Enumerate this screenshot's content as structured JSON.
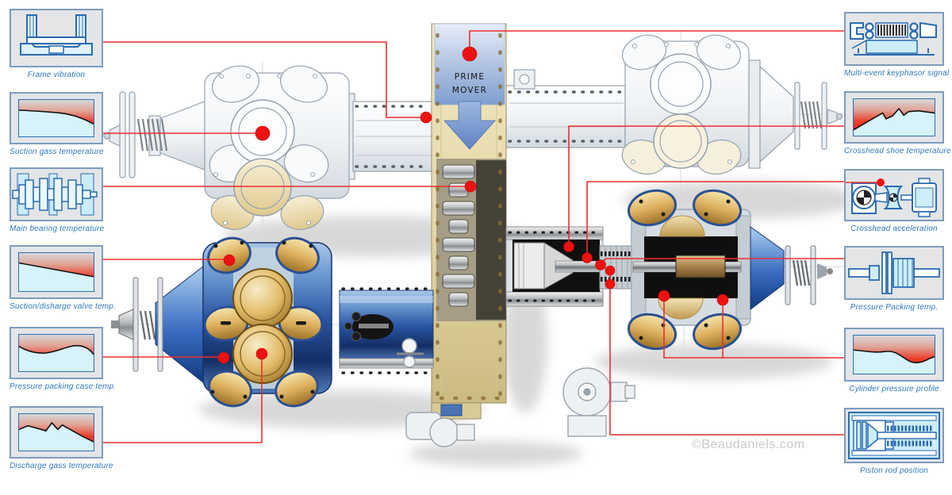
{
  "watermark": "©Beaudaniels.com",
  "prime_mover": {
    "line1": "PRIME",
    "line2": "MOVER"
  },
  "colors": {
    "accent_red": "#ee1111",
    "line_red": "#ef2d2d",
    "label_blue": "#2e78c0",
    "icon_blue": "#2b6cb0",
    "machine_blue": "#2a55a2",
    "valve_gold": "#ddb05e",
    "frame_tan": "#e5d7a5",
    "box_border": "#7d9cbe",
    "box_fill": "#e3e5e7"
  },
  "callouts_left": [
    {
      "id": "frame-vibration",
      "label": "Frame vibration",
      "type": "icon"
    },
    {
      "id": "suction-gas-temperature",
      "label": "Suction gass temperature",
      "type": "chart"
    },
    {
      "id": "main-bearing-temperature",
      "label": "Main bearing temperature",
      "type": "icon"
    },
    {
      "id": "suction-discharge-valve-temp",
      "label": "Suction/disharge valve temp.",
      "type": "chart"
    },
    {
      "id": "pressure-packing-case-temp",
      "label": "Pressure packing case temp.",
      "type": "chart"
    },
    {
      "id": "discharge-gas-temperature",
      "label": "Discharge gass temperature",
      "type": "chart"
    }
  ],
  "callouts_right": [
    {
      "id": "multi-event-keyphasor-signal",
      "label": "Multi-event keyphasor signal",
      "type": "icon"
    },
    {
      "id": "crosshead-shoe-temperature",
      "label": "Crosshead shoe temperature",
      "type": "chart"
    },
    {
      "id": "crosshead-acceleration",
      "label": "Crosshead acceleration",
      "type": "icon"
    },
    {
      "id": "pressure-packing-temp",
      "label": "Pressure Packing temp.",
      "type": "icon"
    },
    {
      "id": "cylinder-pressure-profile",
      "label": "Cylinder pressure profile",
      "type": "chart"
    },
    {
      "id": "piston-rod-position",
      "label": "Piston rod position",
      "type": "icon"
    }
  ]
}
